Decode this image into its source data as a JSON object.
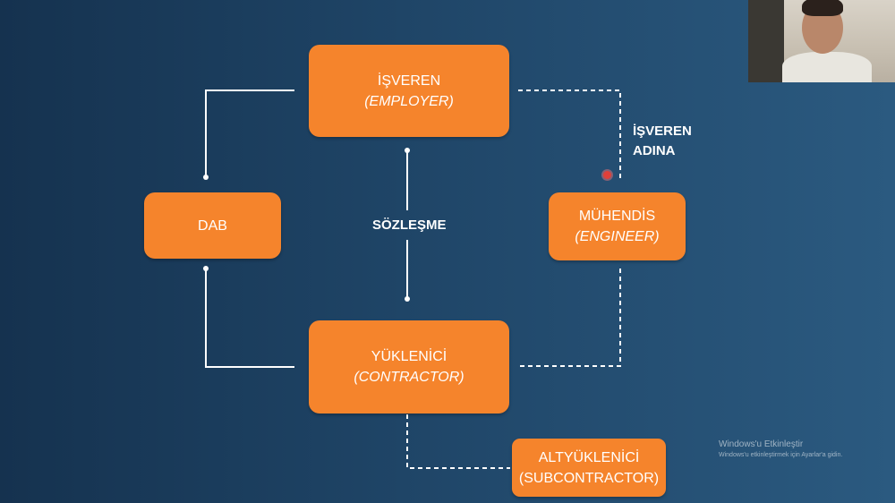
{
  "diagram": {
    "employer": {
      "name": "İŞVEREN",
      "sub": "(EMPLOYER)"
    },
    "dab": {
      "name": "DAB"
    },
    "engineer": {
      "name": "MÜHENDİS",
      "sub": "(ENGINEER)"
    },
    "contractor": {
      "name": "YÜKLENİCİ",
      "sub": "(CONTRACTOR)"
    },
    "subcontractor": {
      "name": "ALTYÜKLENİCİ",
      "sub": "(SUBCONTRACTOR)"
    },
    "contract_label": "SÖZLEŞME",
    "on_behalf_label": {
      "line1": "İŞVEREN",
      "line2": "ADINA"
    }
  },
  "colors": {
    "box": "#f5842c",
    "line": "#ffffff"
  },
  "overlay": {
    "activation_title": "Windows'u Etkinleştir",
    "activation_text": "Windows'u etkinleştirmek için Ayarlar'a gidin."
  }
}
